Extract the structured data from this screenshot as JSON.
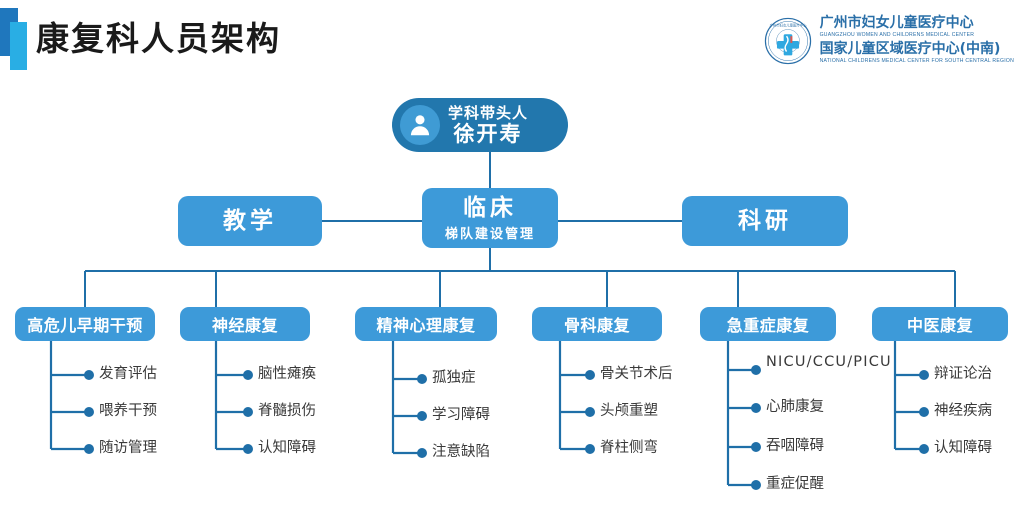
{
  "header": {
    "title": "康复科人员架构",
    "accent_dark": "#1f77bd",
    "accent_light": "#29aee4"
  },
  "logo": {
    "emblem_name": "hospital-emblem",
    "line1_cn": "广州市妇女儿童医疗中心",
    "line1_en": "GUANGZHOU WOMEN AND CHILDRENS MEDICAL CENTER",
    "line2_cn": "国家儿童区域医疗中心(中南)",
    "line2_en": "NATIONAL CHILDRENS MEDICAL CENTER FOR SOUTH CENTRAL REGION",
    "color": "#2a6fa8"
  },
  "colors": {
    "node_blue": "#3d9ad9",
    "leader_blue": "#2277ad",
    "avatar_blue": "#3f9bd4",
    "line_blue": "#1f6fa8",
    "text_dark": "#3a3a3a"
  },
  "chart_data": {
    "type": "diagram",
    "title": "康复科人员架构",
    "root": {
      "role_label": "学科带头人",
      "name": "徐开寿",
      "icon": "person-avatar-icon"
    },
    "tier2": [
      {
        "label": "教学",
        "sub": ""
      },
      {
        "label": "临床",
        "sub": "梯队建设管理"
      },
      {
        "label": "科研",
        "sub": ""
      }
    ],
    "columns": [
      {
        "title": "高危儿早期干预",
        "items": [
          "发育评估",
          "喂养干预",
          "随访管理"
        ]
      },
      {
        "title": "神经康复",
        "items": [
          "脑性瘫痪",
          "脊髓损伤",
          "认知障碍"
        ]
      },
      {
        "title": "精神心理康复",
        "items": [
          "孤独症",
          "学习障碍",
          "注意缺陷"
        ]
      },
      {
        "title": "骨科康复",
        "items": [
          "骨关节术后",
          "头颅重塑",
          "脊柱侧弯"
        ]
      },
      {
        "title": "急重症康复",
        "items": [
          "NICU/CCU/PICU",
          "心肺康复",
          "吞咽障碍",
          "重症促醒"
        ]
      },
      {
        "title": "中医康复",
        "items": [
          "辩证论治",
          "神经疾病",
          "认知障碍"
        ]
      }
    ]
  }
}
